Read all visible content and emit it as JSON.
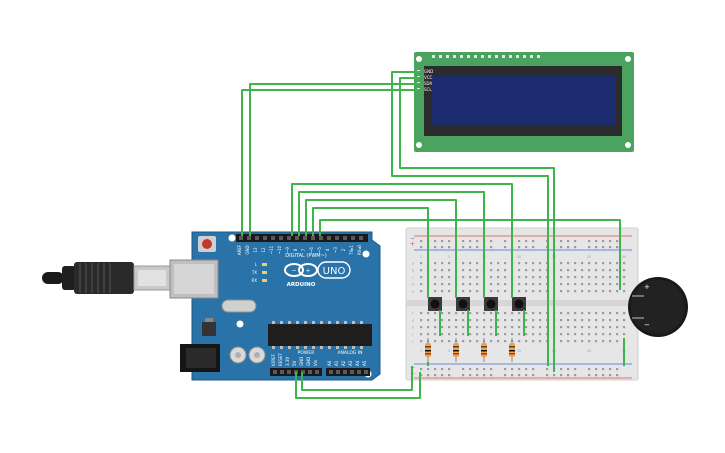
{
  "lcd": {
    "pin_labels": [
      "GND",
      "VCC",
      "SDA",
      "SCL"
    ],
    "screen_color": "#1c2a6e",
    "board_color": "#4aa35e"
  },
  "arduino": {
    "brand": "ARDUINO",
    "model": "UNO",
    "digital_header_label": "DIGITAL (PWM~)",
    "power_label": "POWER",
    "analog_label": "ANALOG IN",
    "top_pins": [
      "AREF",
      "GND",
      "13",
      "12",
      "~11",
      "~10",
      "~9",
      "8",
      "7",
      "~6",
      "~5",
      "4",
      "~3",
      "2",
      "TX▸1",
      "RX◂0"
    ],
    "power_pins": [
      "IOREF",
      "RESET",
      "3.3V",
      "5V",
      "GND",
      "GND",
      "Vin"
    ],
    "analog_pins": [
      "A0",
      "A1",
      "A2",
      "A3",
      "A4",
      "A5"
    ],
    "led_labels": [
      "L",
      "TX",
      "RX"
    ],
    "board_color": "#2a73a8"
  },
  "breadboard": {
    "rail_plus": "+",
    "rail_minus": "−",
    "row_letters_top": [
      "a",
      "b",
      "c",
      "d",
      "e"
    ],
    "row_letters_bottom": [
      "f",
      "g",
      "h",
      "i",
      "j"
    ],
    "column_numbers": [
      "1",
      "5",
      "10",
      "15",
      "20",
      "25",
      "30"
    ]
  },
  "buzzer": {
    "plus_label": "+",
    "minus_label": "−"
  },
  "colors": {
    "wire": "#3db54a",
    "usb": "#1a1a1a"
  }
}
